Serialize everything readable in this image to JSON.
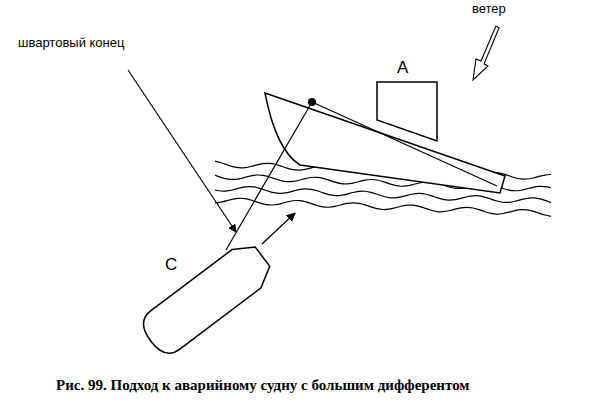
{
  "diagram": {
    "caption": "Рис. 99. Подход к аварийному судну с большим дифферентом",
    "labels": [
      "ветер",
      "A",
      "швартовый конец",
      "C"
    ]
  }
}
